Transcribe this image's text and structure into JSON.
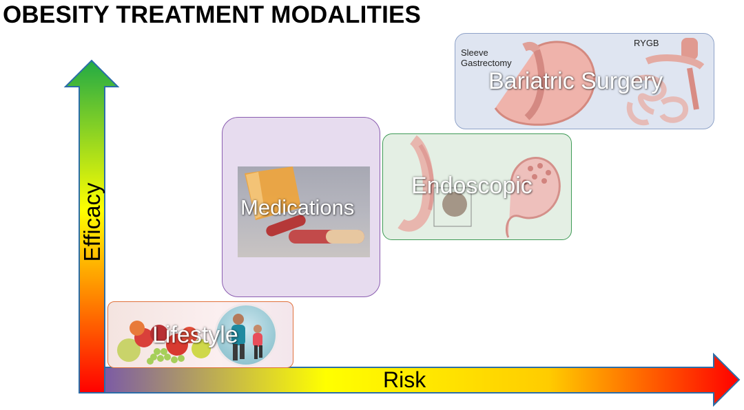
{
  "title": "OBESITY TREATMENT MODALITIES",
  "axes": {
    "y_label": "Efficacy",
    "x_label": "Risk"
  },
  "modalities": {
    "lifestyle": {
      "label": "Lifestyle",
      "color": "#e0703a"
    },
    "medications": {
      "label": "Medications",
      "color": "#8a5cb0"
    },
    "endoscopic": {
      "label": "Endoscopic",
      "color": "#3d9a55"
    },
    "bariatric": {
      "label": "Bariatric Surgery",
      "color": "#8ea2c8",
      "sleeve_label_1": "Sleeve",
      "sleeve_label_2": "Gastrectomy",
      "rygb_label": "RYGB"
    }
  },
  "colors": {
    "gradient_top": "#22aa44",
    "gradient_mid": "#ffff00",
    "gradient_bottom": "#ff0000",
    "x_start": "#7b5aa6",
    "axis_outline": "#2a6da8"
  }
}
